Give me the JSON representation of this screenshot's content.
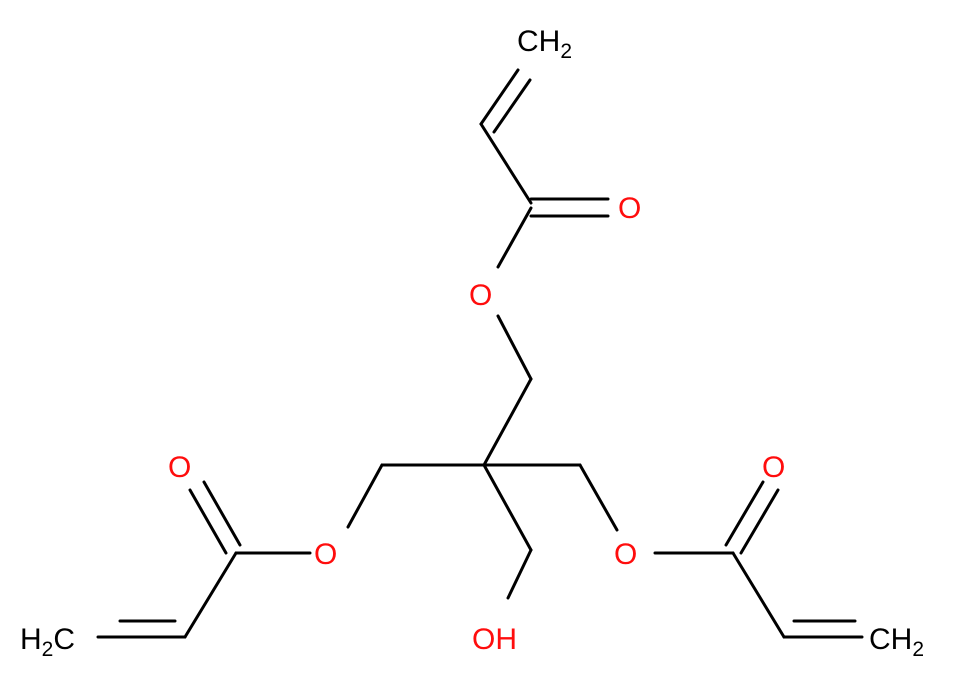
{
  "molecule": {
    "atoms": {
      "ch2_top": {
        "label": "CH",
        "sub": "2",
        "color": "#000000"
      },
      "o_carbonyl_top": {
        "label": "O",
        "color": "#ff0d0d"
      },
      "o_ester_top": {
        "label": "O",
        "color": "#ff0d0d"
      },
      "o_carbonyl_left": {
        "label": "O",
        "color": "#ff0d0d"
      },
      "o_ester_left": {
        "label": "O",
        "color": "#ff0d0d"
      },
      "h2c_left_h": {
        "label": "H",
        "color": "#000000"
      },
      "h2c_left_sub": {
        "label": "2",
        "color": "#000000"
      },
      "h2c_left_c": {
        "label": "C",
        "color": "#000000"
      },
      "o_carbonyl_right": {
        "label": "O",
        "color": "#ff0d0d"
      },
      "o_ester_right": {
        "label": "O",
        "color": "#ff0d0d"
      },
      "ch2_right": {
        "label": "CH",
        "sub": "2",
        "color": "#000000"
      },
      "oh": {
        "label": "OH",
        "color": "#ff0d0d"
      }
    },
    "bond_color": "#000000",
    "heteroatom_color": "#ff0d0d"
  }
}
